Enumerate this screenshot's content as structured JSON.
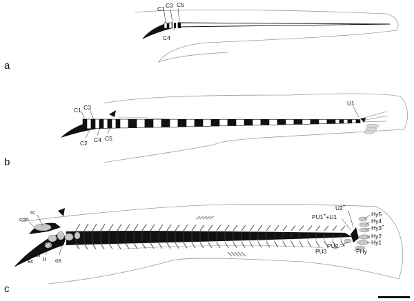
{
  "colors": {
    "bone": "#111111",
    "cartilage": "#ffffff",
    "outline": "#9a9a9a",
    "grey_cartilage": "#c8c8c8"
  },
  "panels": [
    {
      "letter": "a",
      "labels": {
        "c1": "C1",
        "c3": "C3",
        "c5": "C5",
        "c4": "C4"
      }
    },
    {
      "letter": "b",
      "labels": {
        "c1": "C1",
        "c3": "C3",
        "c2": "C2",
        "c4": "C4",
        "c5": "C5",
        "u1": "U1"
      }
    },
    {
      "letter": "c",
      "labels": {
        "rc": "rc",
        "con": "con",
        "sc": "sc",
        "in": "in",
        "tr": "tr",
        "os": "os",
        "u2": "U2",
        "u2_sup": "+",
        "pu1u1": "PU1",
        "pu1u1_sup": "+",
        "pu1u1_rest": "+U1",
        "hy5": "Hy5",
        "hy4": "Hy4",
        "hy3": "Hy3",
        "hy3_sup": "+",
        "hy2": "Hy2",
        "hy1": "Hy1",
        "pu2": "PU2",
        "pu3": "PU3",
        "phy": "PHy"
      }
    }
  ],
  "scale_bar": {
    "visible": true
  }
}
